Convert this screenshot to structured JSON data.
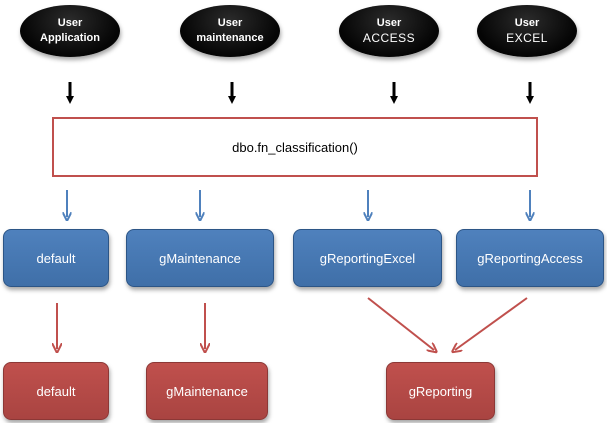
{
  "sources": [
    {
      "line1": "User",
      "line2": "Application"
    },
    {
      "line1": "User",
      "line2": "maintenance"
    },
    {
      "line1": "User",
      "line2": "ACCESS"
    },
    {
      "line1": "User",
      "line2": "EXCEL"
    }
  ],
  "classifier_function": "dbo.fn_classification()",
  "workload_groups": [
    "default",
    "gMaintenance",
    "gReportingExcel",
    "gReportingAccess"
  ],
  "resource_pools": [
    "default",
    "gMaintenance",
    "gReporting"
  ],
  "colors": {
    "source_fill": "#000000",
    "classifier_border": "#c0504d",
    "group_fill": "#4f81bd",
    "pool_fill": "#c0504d",
    "black_arrow": "#000000",
    "blue_arrow": "#4f81bd",
    "red_arrow": "#c0504d"
  }
}
